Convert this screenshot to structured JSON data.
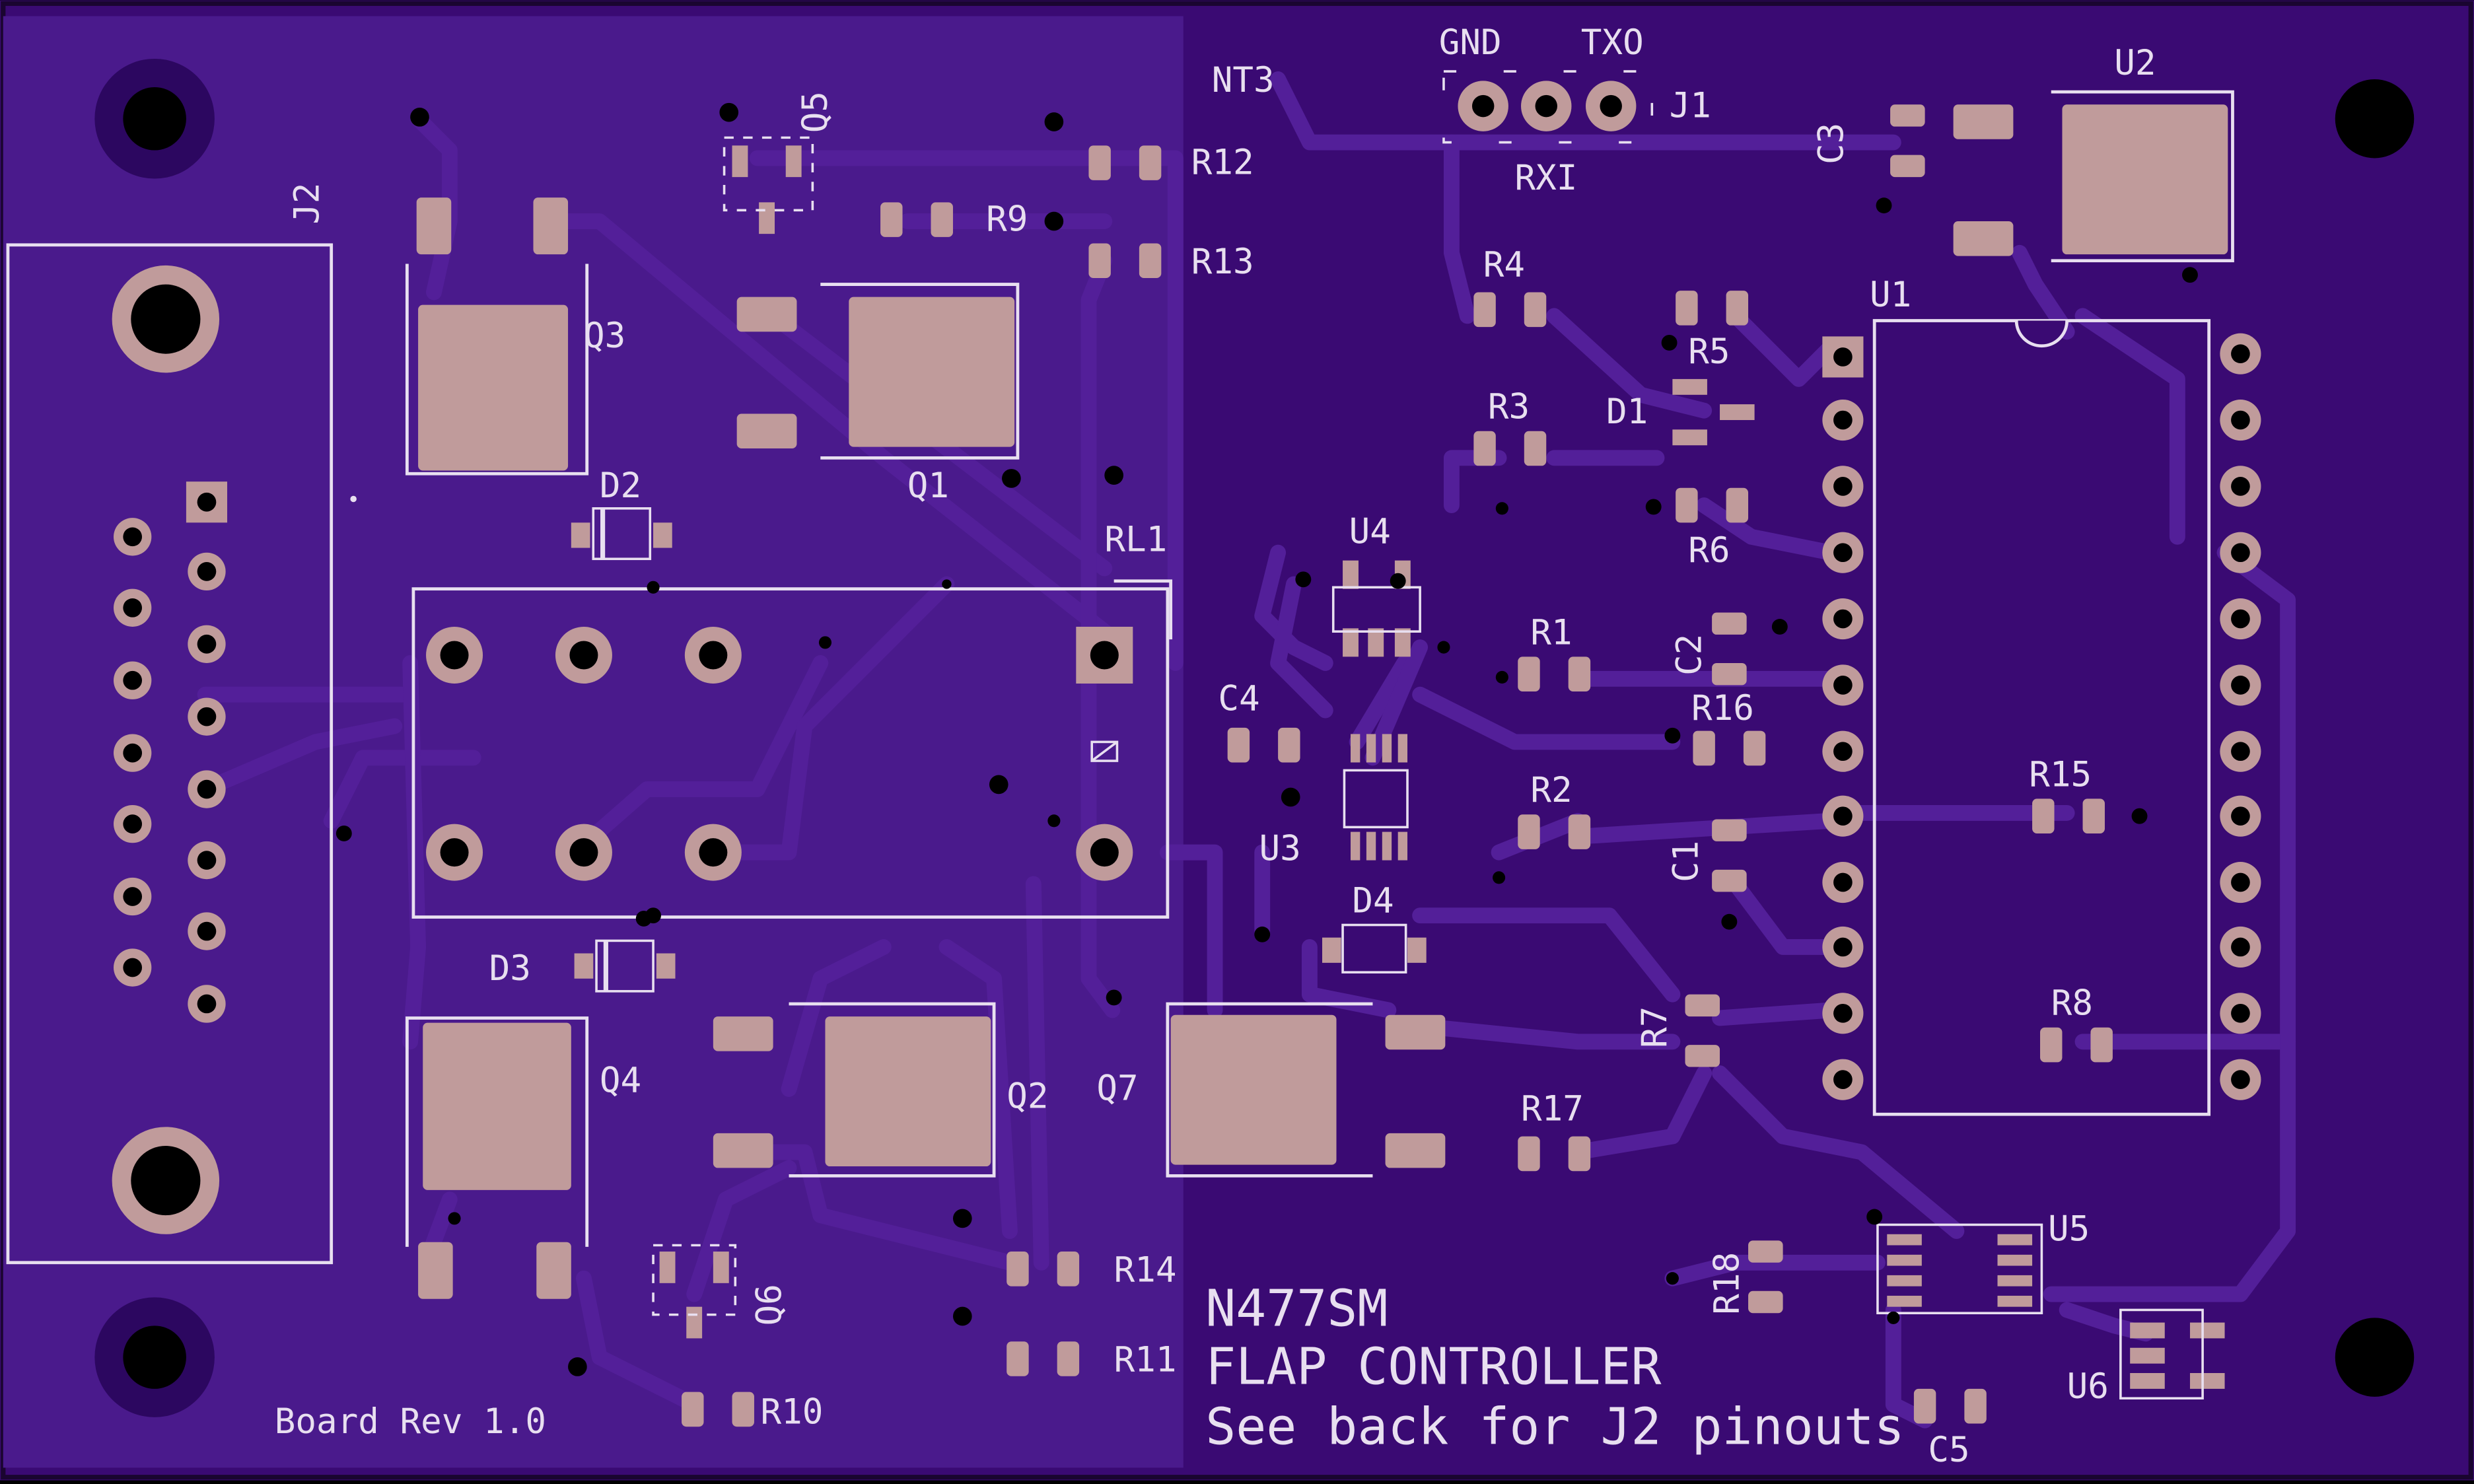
{
  "colors": {
    "board": "#3a0a73",
    "trace": "#4a1a8c",
    "copper_pour": "#4d1a8e",
    "pad": "#c09b9b",
    "silk": "#e8dff0",
    "hole": "#000000"
  },
  "labels": {
    "nt3": "NT3",
    "gnd": "GND",
    "txo": "TXO",
    "rxi": "RXI",
    "j1": "J1",
    "j2": "J2",
    "u1": "U1",
    "u2": "U2",
    "u3": "U3",
    "u4": "U4",
    "u5": "U5",
    "u6": "U6",
    "q1": "Q1",
    "q2": "Q2",
    "q3": "Q3",
    "q4": "Q4",
    "q5": "Q5",
    "q6": "Q6",
    "q7": "Q7",
    "d1": "D1",
    "d2": "D2",
    "d3": "D3",
    "d4": "D4",
    "rl1": "RL1",
    "c1": "C1",
    "c2": "C2",
    "c3": "C3",
    "c4": "C4",
    "c5": "C5",
    "r1": "R1",
    "r2": "R2",
    "r3": "R3",
    "r4": "R4",
    "r5": "R5",
    "r6": "R6",
    "r7": "R7",
    "r8": "R8",
    "r9": "R9",
    "r10": "R10",
    "r11": "R11",
    "r12": "R12",
    "r13": "R13",
    "r14": "R14",
    "r15": "R15",
    "r16": "R16",
    "r17": "R17",
    "r18": "R18"
  },
  "silkscreen": {
    "line1": "N477SM",
    "line2": "FLAP CONTROLLER",
    "line3": "See back for J2 pinouts",
    "revision": "Board Rev 1.0"
  }
}
